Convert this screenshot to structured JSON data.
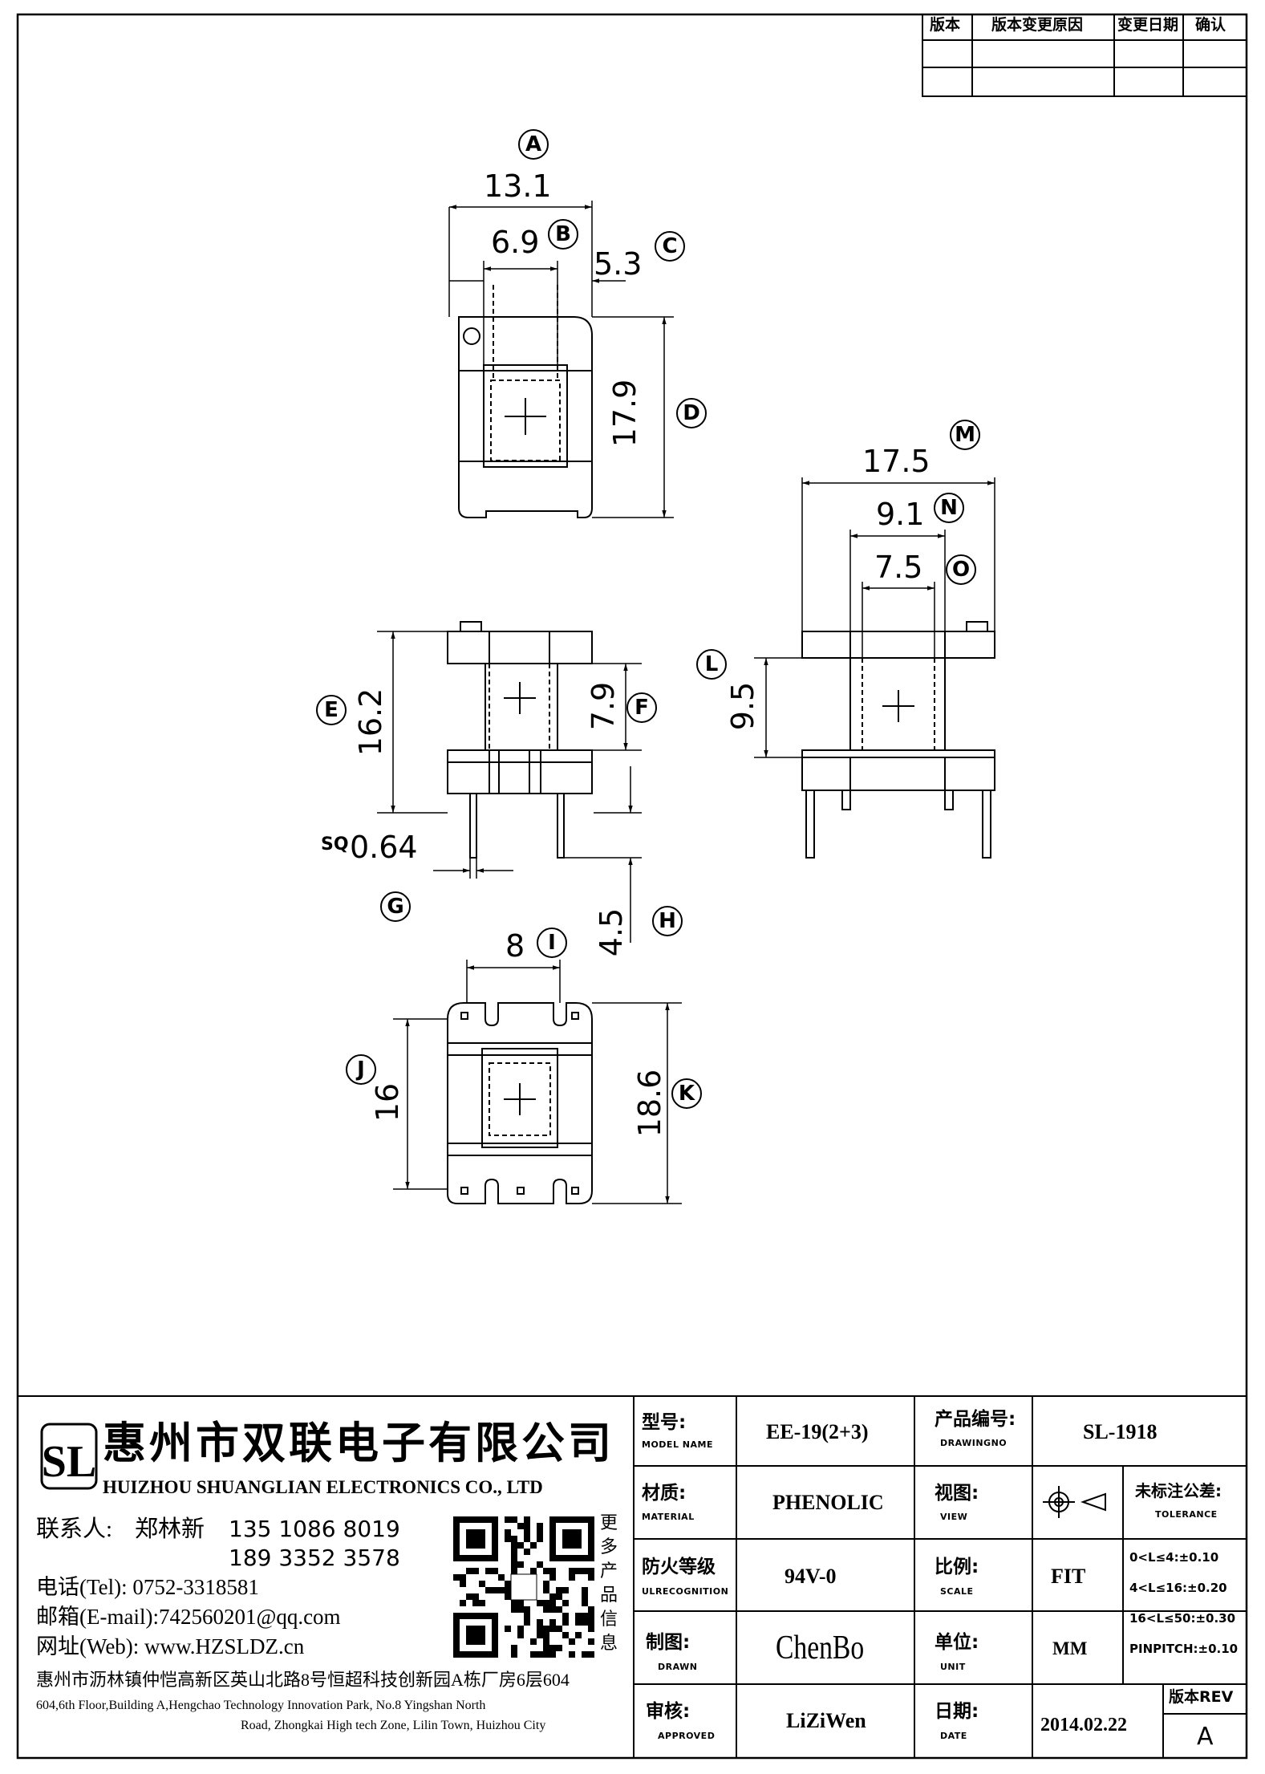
{
  "revision_table": {
    "headers": [
      "版本",
      "版本变更原因",
      "变更日期",
      "确认"
    ],
    "rows": [
      [
        "",
        "",
        "",
        ""
      ],
      [
        "",
        "",
        "",
        ""
      ]
    ]
  },
  "dimensions": {
    "A": "13.1",
    "B": "6.9",
    "C": "5.3",
    "D": "17.9",
    "E": "16.2",
    "F": "7.9",
    "G": "0.64",
    "G_prefix": "SQ",
    "H": "4.5",
    "I": "8",
    "J": "16",
    "K": "18.6",
    "L": "9.5",
    "M": "17.5",
    "N": "9.1",
    "O": "7.5"
  },
  "markers": [
    "A",
    "B",
    "C",
    "D",
    "E",
    "F",
    "G",
    "H",
    "I",
    "J",
    "K",
    "L",
    "M",
    "N",
    "O"
  ],
  "company": {
    "name_cn": "惠州市双联电子有限公司",
    "name_en": "HUIZHOU SHUANGLIAN ELECTRONICS CO., LTD",
    "contact_label": "联系人:",
    "contact_name": "郑林新",
    "phone1": "135 1086 8019",
    "phone2": "189 3352 3578",
    "tel": "电话(Tel): 0752-3318581",
    "email": "邮箱(E-mail):742560201@qq.com",
    "web": "网址(Web): www.HZSLDZ.cn",
    "address_cn": "惠州市沥林镇仲恺高新区英山北路8号恒超科技创新园A栋厂房6层604",
    "address_en_1": "604,6th Floor,Building A,Hengchao Technology Innovation Park, No.8 Yingshan North",
    "address_en_2": "Road, Zhongkai High tech Zone, Lilin Town, Huizhou City",
    "qr_caption": [
      "更",
      "多",
      "产",
      "品",
      "信",
      "息"
    ],
    "logo_text": "SL"
  },
  "title_block": {
    "model_label": "型号:",
    "model_sub": "MODEL NAME",
    "model_value": "EE-19(2+3)",
    "drawno_label": "产品编号:",
    "drawno_sub": "DRAWINGNO",
    "drawno_value": "SL-1918",
    "material_label": "材质:",
    "material_sub": "MATERIAL",
    "material_value": "PHENOLIC",
    "view_label": "视图:",
    "view_sub": "VIEW",
    "tolerance_label": "未标注公差:",
    "tolerance_sub": "TOLERANCE",
    "fire_label": "防火等级",
    "fire_sub": "ULRECOGNITION",
    "fire_value": "94V-0",
    "scale_label": "比例:",
    "scale_sub": "SCALE",
    "scale_value": "FIT",
    "drawn_label": "制图:",
    "drawn_sub": "DRAWN",
    "drawn_value": "ChenBo",
    "unit_label": "单位:",
    "unit_sub": "UNIT",
    "unit_value": "MM",
    "approved_label": "审核:",
    "approved_sub": "APPROVED",
    "approved_value": "LiZiWen",
    "date_label": "日期:",
    "date_sub": "DATE",
    "date_value": "2014.02.22",
    "rev_label": "版本REV",
    "rev_value": "A",
    "tolerances": [
      "0<L≤4:±0.10",
      "4<L≤16:±0.20",
      "16<L≤50:±0.30",
      "PINPITCH:±0.10"
    ]
  }
}
